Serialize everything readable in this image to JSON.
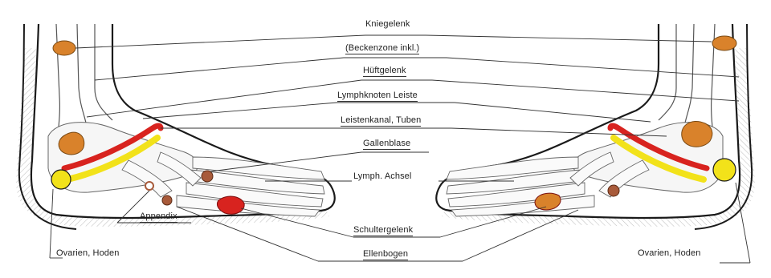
{
  "labels": {
    "knee": "Kniegelenk",
    "pelvis": "(Beckenzone inkl.)",
    "hip": "Hüftgelenk",
    "lymph_groin": "Lymphknoten Leiste",
    "tubes": "Leistenkanal, Tuben",
    "gallbladder": "Gallenblase",
    "lymph_axilla": "Lymph. Achsel",
    "appendix": "Appendix",
    "shoulder": "Schultergelenk",
    "ovaries_left": "Ovarien, Hoden",
    "ovaries_right": "Ovarien, Hoden",
    "elbow": "Ellenbogen"
  },
  "colors": {
    "knee_orange": "#d9822b",
    "red_band": "#d8231f",
    "yellow_band": "#f2e21a",
    "outline": "#1a1a1a",
    "shade": "#c8c8c8",
    "spot_brown": "#a85a3a"
  }
}
